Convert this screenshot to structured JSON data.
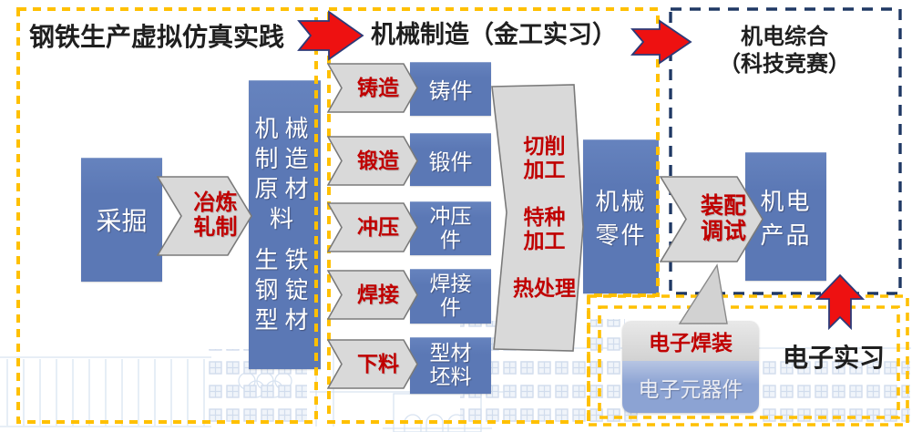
{
  "diagram": {
    "steel": {
      "title": "钢铁生产虚拟仿真实践",
      "mining": "采掘",
      "smelting": "冶炼\n轧制",
      "materials_heading": "机械\n制造\n原材\n料",
      "materials_items": "生铁\n钢锭\n型材"
    },
    "machining": {
      "title": "机械制造（金工实习）",
      "rows": [
        {
          "process": "铸造",
          "product": "铸件"
        },
        {
          "process": "锻造",
          "product": "锻件"
        },
        {
          "process": "冲压",
          "product": "冲压\n件"
        },
        {
          "process": "焊接",
          "product": "焊接\n件"
        },
        {
          "process": "下料",
          "product": "型材\n坯料"
        }
      ],
      "finishing": "切削\n加工\n \n特种\n加工\n \n热处理",
      "parts": "机械\n零件"
    },
    "integration": {
      "title": "机电综合\n（科技竞赛）",
      "assembly": "装配\n调试",
      "product": "机电\n产品"
    },
    "electronics": {
      "label": "电子实习",
      "welding": "电子焊装",
      "components": "电子元器件"
    }
  },
  "colors": {
    "node_blue": "#5b78b5",
    "components_blue": "#8ca3d3",
    "shape_gray": "#d9d9d9",
    "process_red": "#c00000",
    "arrow_red": "#ee1111",
    "border_yellow": "#ffc000",
    "border_navy": "#1f3864",
    "watermark_blue": "#cfdcee"
  }
}
